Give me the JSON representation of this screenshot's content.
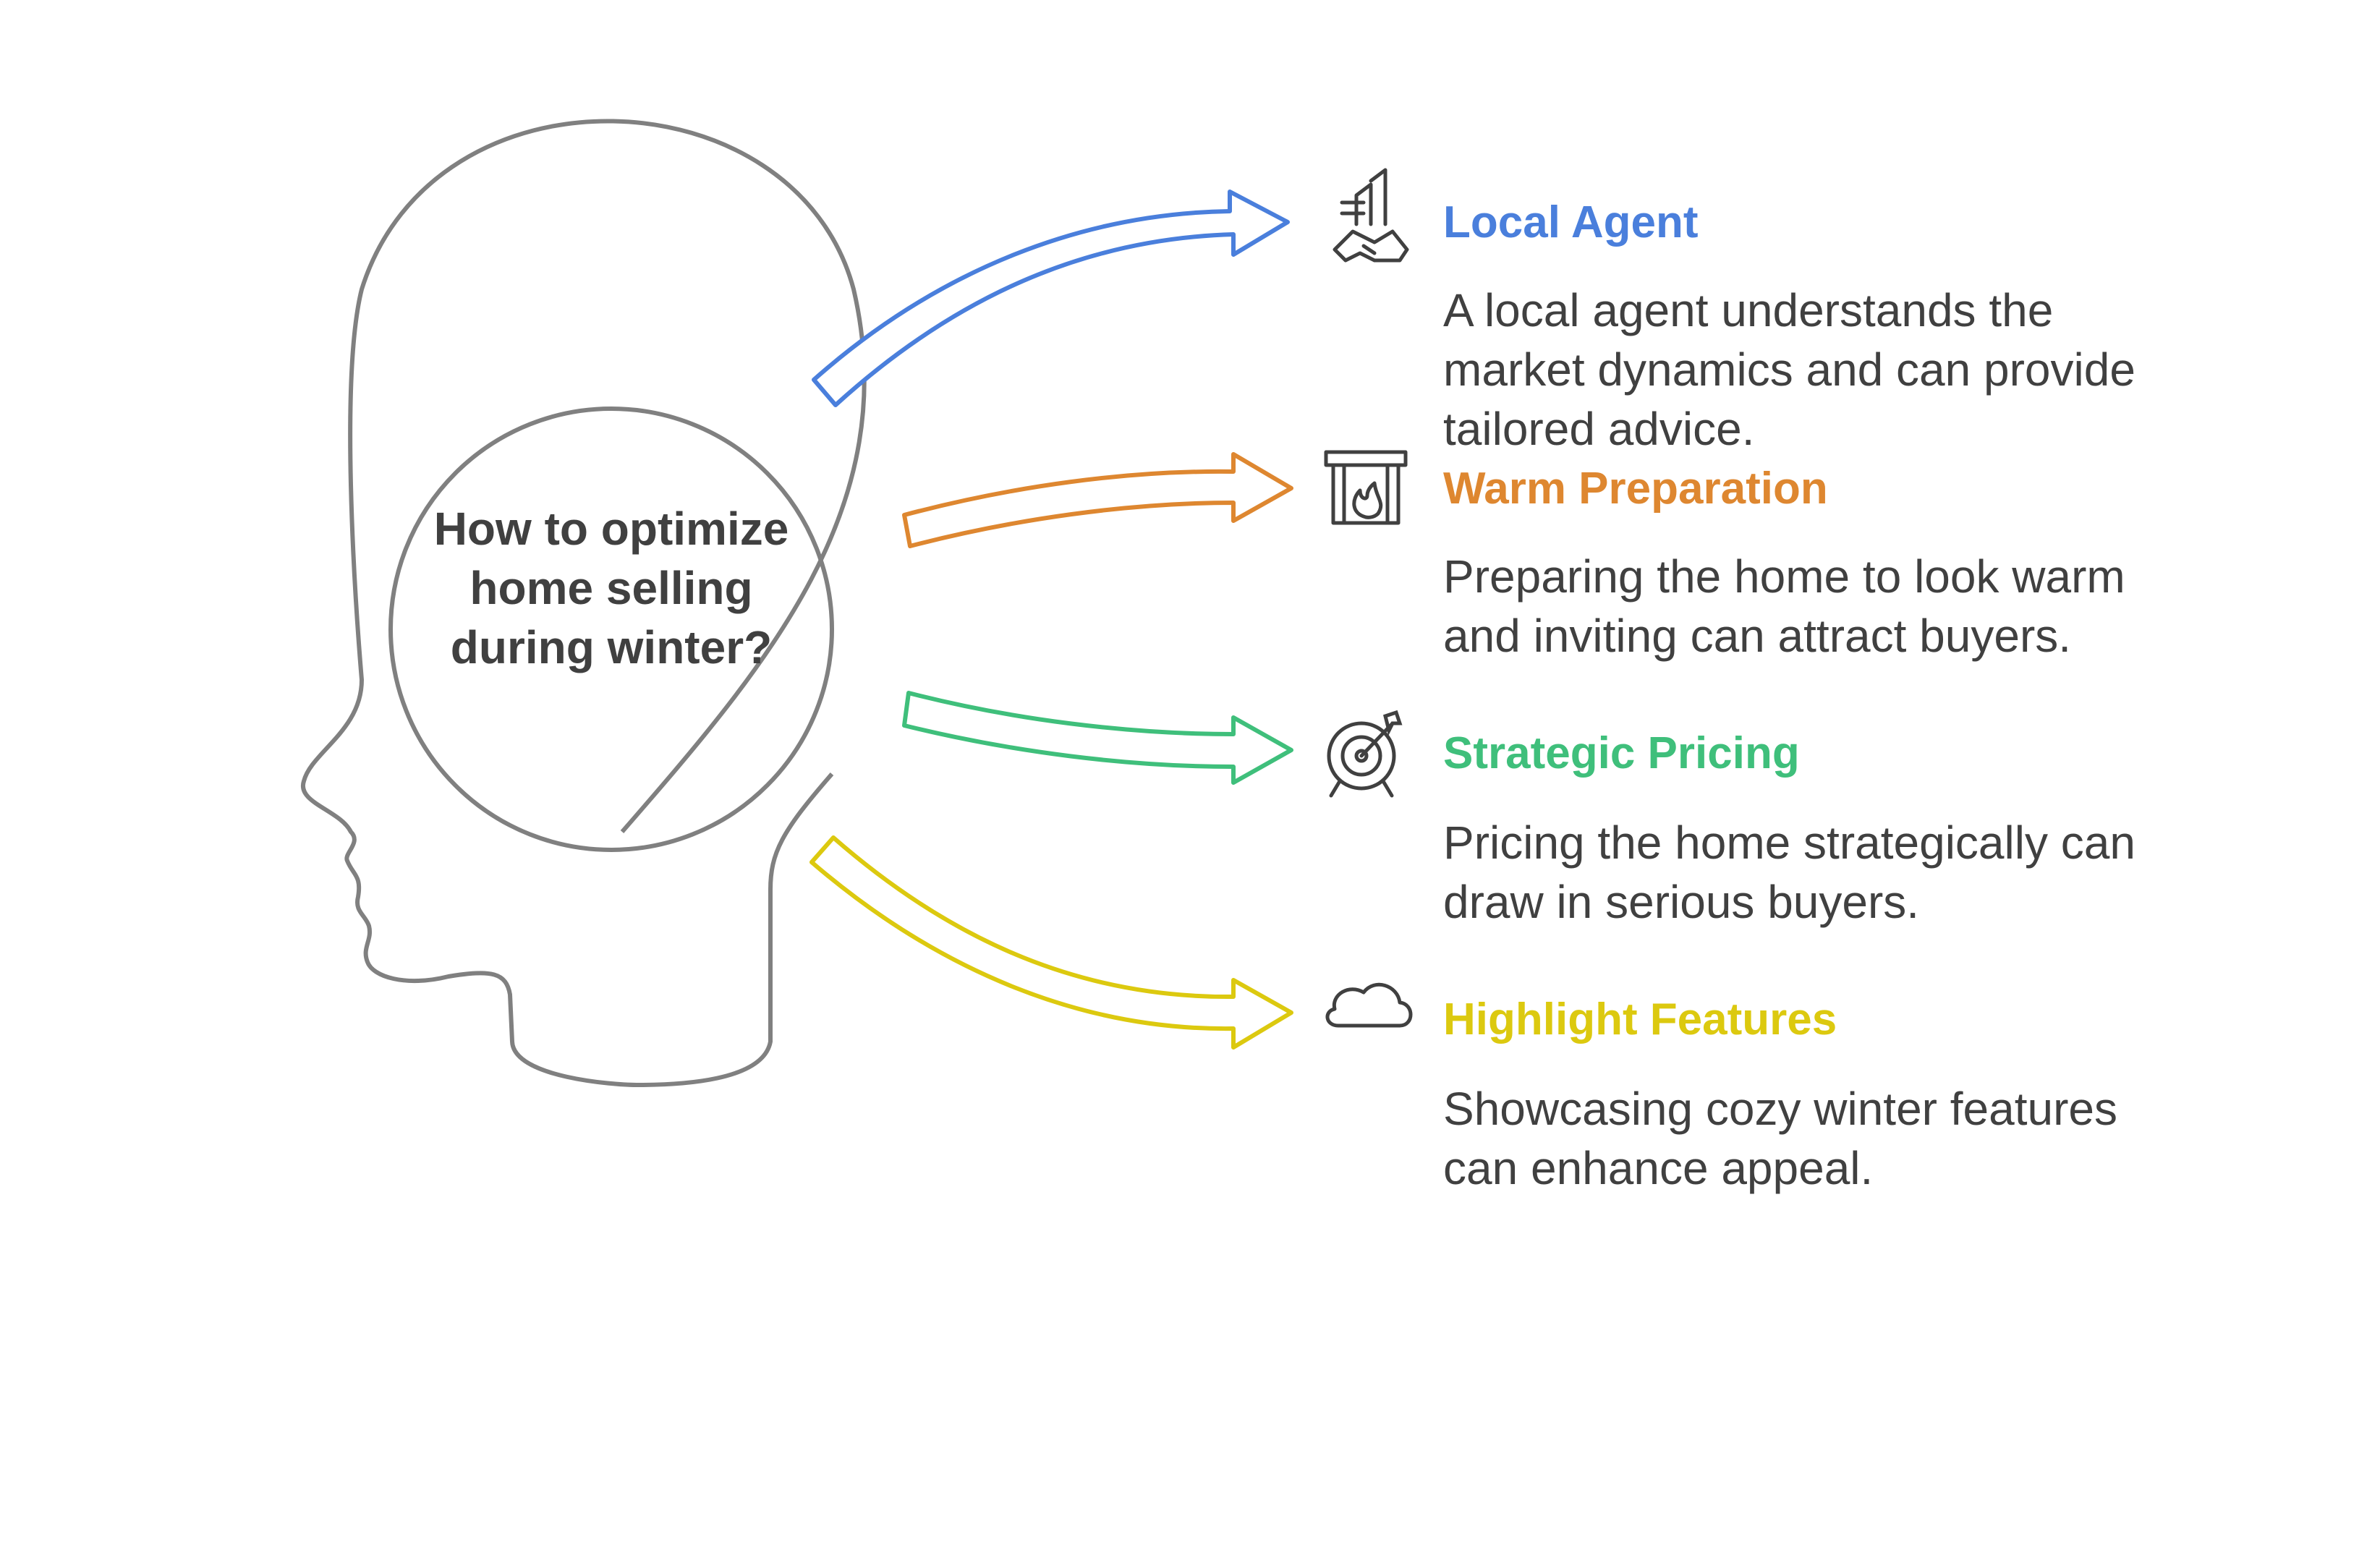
{
  "central_question": "How to optimize home selling during winter?",
  "colors": {
    "outline": "#808080",
    "text": "#404040",
    "blue": "#4a7fdc",
    "orange": "#de8730",
    "green": "#3fbf7b",
    "yellow": "#dcc90f"
  },
  "items": [
    {
      "title": "Local Agent",
      "description": "A local agent understands the market dynamics and can provide tailored advice.",
      "icon": "handshake-building-icon",
      "color": "#4a7fdc"
    },
    {
      "title": "Warm Preparation",
      "description": "Preparing the home to look warm and inviting can attract buyers.",
      "icon": "fireplace-icon",
      "color": "#de8730"
    },
    {
      "title": "Strategic Pricing",
      "description": "Pricing the home strategically can draw in serious buyers.",
      "icon": "target-icon",
      "color": "#3fbf7b"
    },
    {
      "title": "Highlight Features",
      "description": "Showcasing cozy winter features can enhance appeal.",
      "icon": "cloud-icon",
      "color": "#dcc90f"
    }
  ]
}
